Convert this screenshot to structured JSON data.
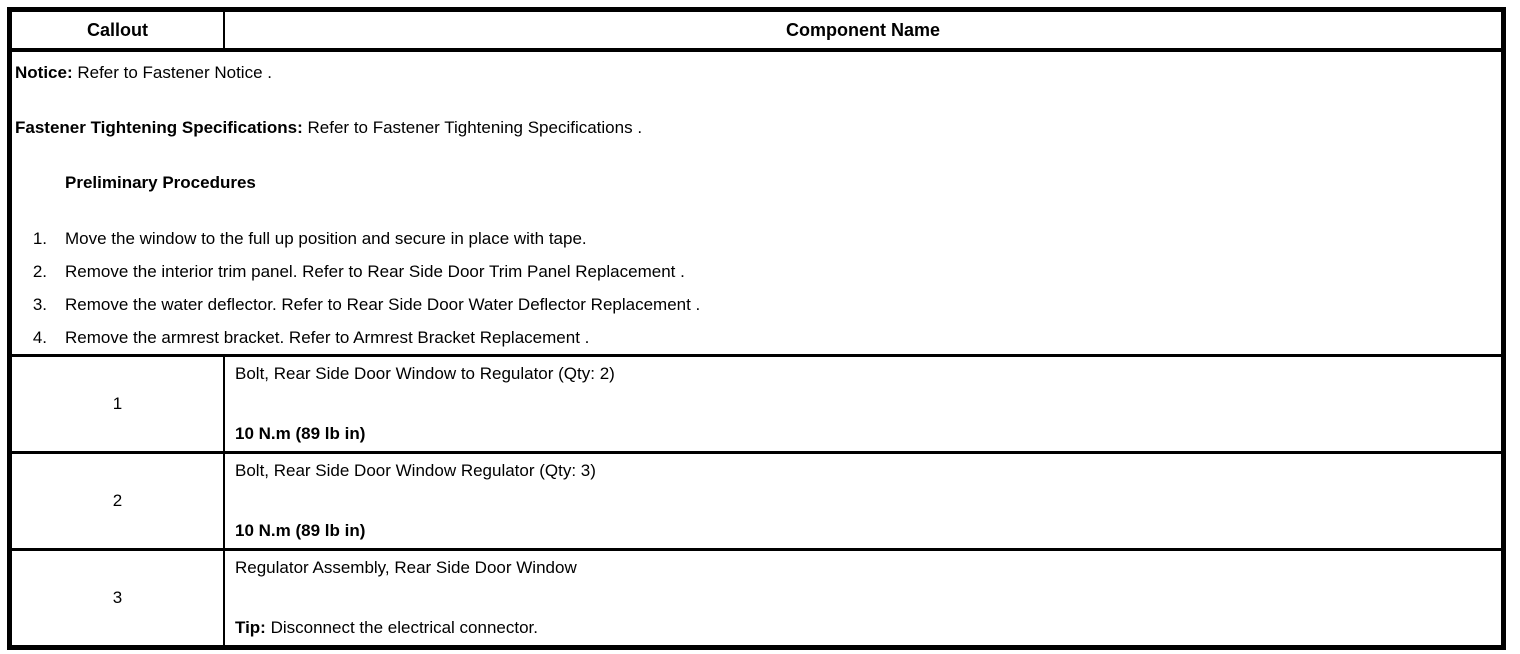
{
  "table": {
    "header": {
      "callout": "Callout",
      "component": "Component Name"
    },
    "notes": {
      "notice": {
        "label": "Notice:",
        "pre": " Refer to ",
        "link": "Fastener Notice",
        "post": " ."
      },
      "fastener_specs": {
        "label": "Fastener Tightening Specifications:",
        "pre": " Refer to ",
        "link": "Fastener Tightening Specifications",
        "post": " ."
      },
      "preliminary_title": "Preliminary Procedures",
      "steps": [
        {
          "num": "1.",
          "pre": "Move the window to the full up position and secure in place with tape.",
          "link": "",
          "post": ""
        },
        {
          "num": "2.",
          "pre": "Remove the interior trim panel. Refer to ",
          "link": "Rear Side Door Trim Panel Replacement",
          "post": " ."
        },
        {
          "num": "3.",
          "pre": "Remove the water deflector. Refer to ",
          "link": "Rear Side Door Water Deflector Replacement",
          "post": " ."
        },
        {
          "num": "4.",
          "pre": "Remove the armrest bracket. Refer to ",
          "link": "Armrest Bracket Replacement",
          "post": " ."
        }
      ]
    },
    "rows": [
      {
        "callout": "1",
        "name": "Bolt, Rear Side Door Window to Regulator (Qty: 2)",
        "spec": "10 N.m (89 lb in)"
      },
      {
        "callout": "2",
        "name": "Bolt, Rear Side Door Window Regulator (Qty: 3)",
        "spec": "10 N.m (89 lb in)"
      },
      {
        "callout": "3",
        "name": "Regulator Assembly, Rear Side Door Window",
        "tip_label": "Tip:",
        "tip_text": " Disconnect the electrical connector."
      }
    ]
  }
}
